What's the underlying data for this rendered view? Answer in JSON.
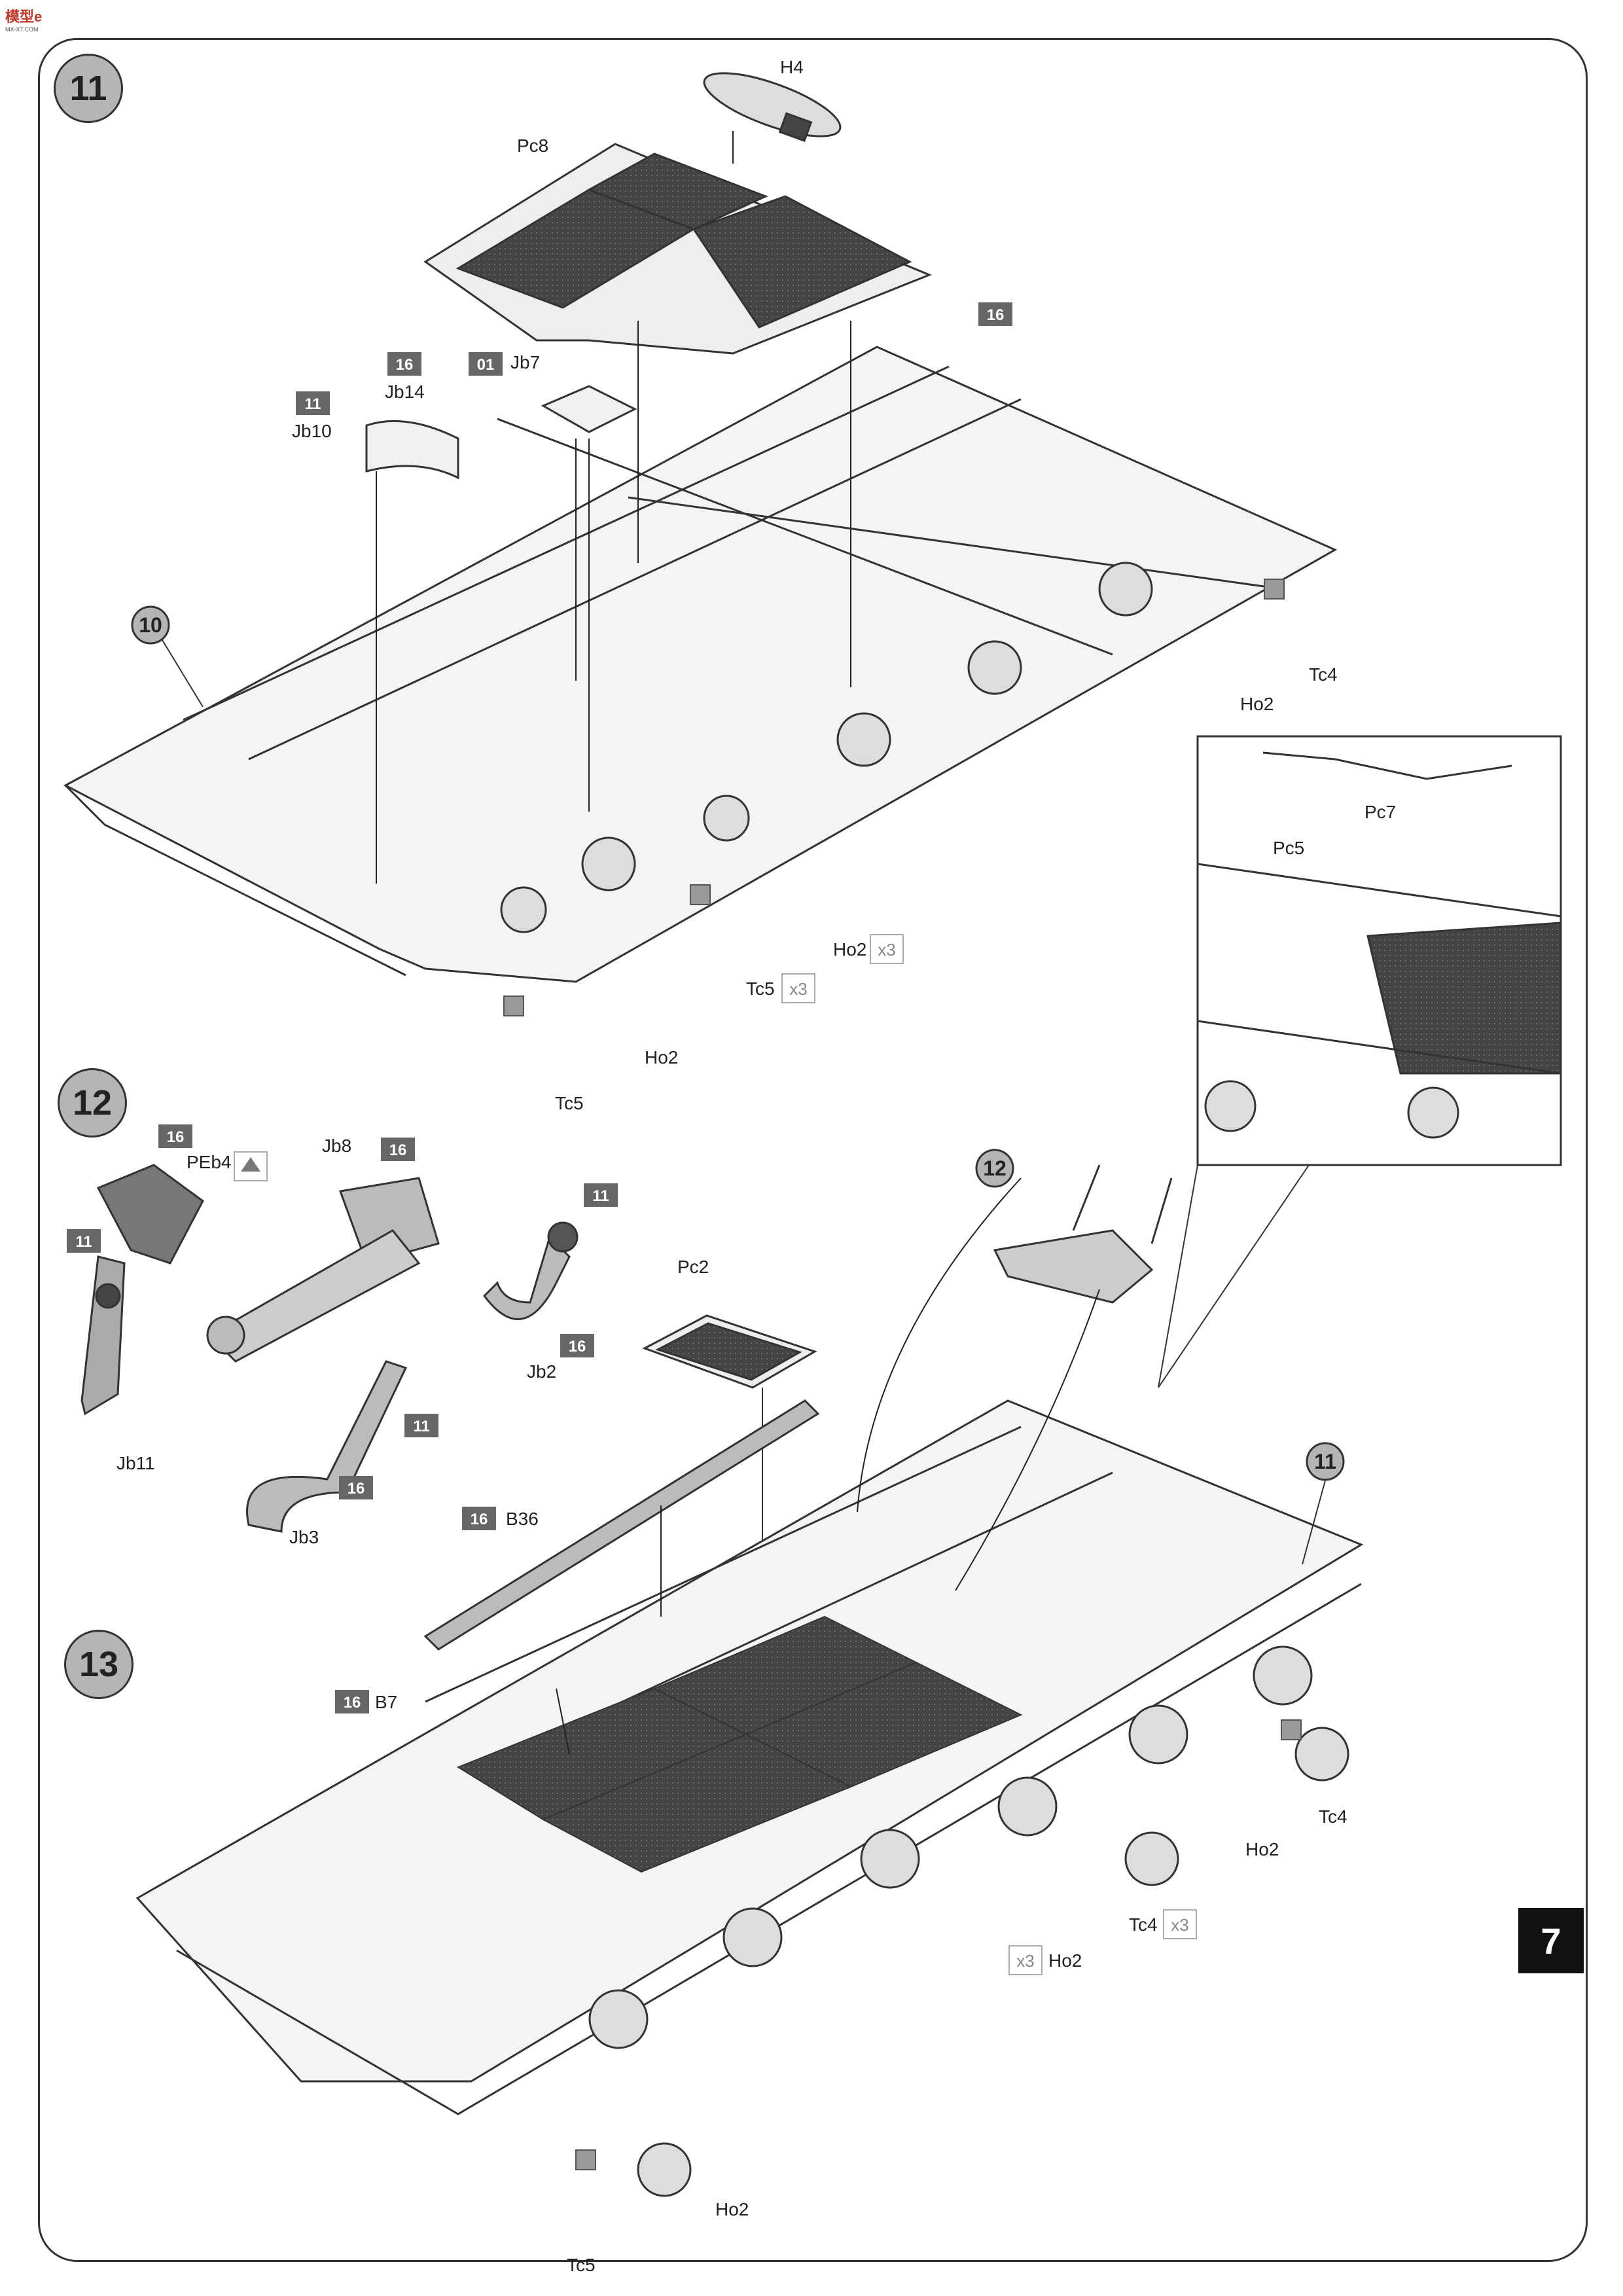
{
  "logo": {
    "text": "模型e",
    "sub": "MX-XT.COM"
  },
  "page_number": "7",
  "steps": [
    "11",
    "12",
    "13"
  ],
  "sub_refs": {
    "r10": "10",
    "r12": "12",
    "r11": "11"
  },
  "labels": {
    "H4": "H4",
    "Pc8": "Pc8",
    "Jb7": "Jb7",
    "Jb14": "Jb14",
    "Jb10": "Jb10",
    "Tc4_a": "Tc4",
    "Ho2_a": "Ho2",
    "Ho2_b": "Ho2",
    "Tc5_a": "Tc5",
    "Ho2_c": "Ho2",
    "Tc5_b": "Tc5",
    "Pc7": "Pc7",
    "Pc5": "Pc5",
    "PEb4": "PEb4",
    "Jb8": "Jb8",
    "Jb2": "Jb2",
    "Jb11": "Jb11",
    "Jb3": "Jb3",
    "Pc2": "Pc2",
    "B36": "B36",
    "B7": "B7",
    "Tc4_b": "Tc4",
    "Ho2_d": "Ho2",
    "Tc4_c": "Tc4",
    "Ho2_e": "Ho2",
    "Tc5_c": "Tc5",
    "Ho2_f": "Ho2"
  },
  "sprue_tags": {
    "t16a": "16",
    "t16b": "16",
    "t01": "01",
    "t11a": "11",
    "t16c": "16",
    "t16d": "16",
    "t11b": "11",
    "t11c": "11",
    "t16e": "16",
    "t11d": "11",
    "t16f": "16",
    "t16g": "16",
    "t16h": "16"
  },
  "quantities": {
    "q1": "x3",
    "q2": "x3",
    "q3": "x3",
    "q4": "x3"
  },
  "icons": [
    "glue-mark-icon",
    "optional-part-icon"
  ]
}
